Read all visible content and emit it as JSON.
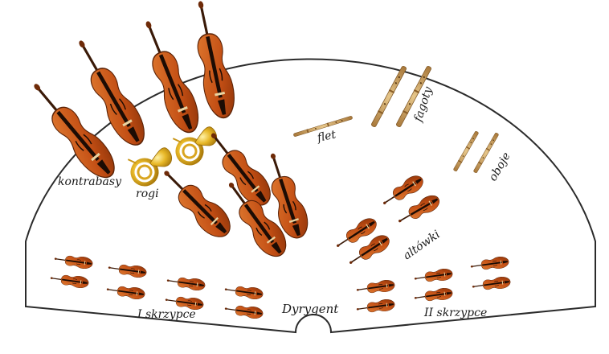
{
  "labels": {
    "kontrabasy": "kontrabasy",
    "rogi": "rogi",
    "flet": "flet",
    "fagoty": "fagoty",
    "oboje": "oboje",
    "altowki": "altówki",
    "skrzypce_1": "I skrzypce",
    "skrzypce_2": "II skrzypce",
    "dyrygent": "Dyrygent"
  },
  "colors": {
    "outline": "#2b2b2b",
    "wood": "#c8561a",
    "wood_dark": "#6e2a08",
    "brass": "#e8b828",
    "woodwind": "#c89a58"
  },
  "icons": {
    "string_instrument": "violin-icon",
    "horn": "french-horn-icon",
    "woodwind": "flute-icon"
  }
}
